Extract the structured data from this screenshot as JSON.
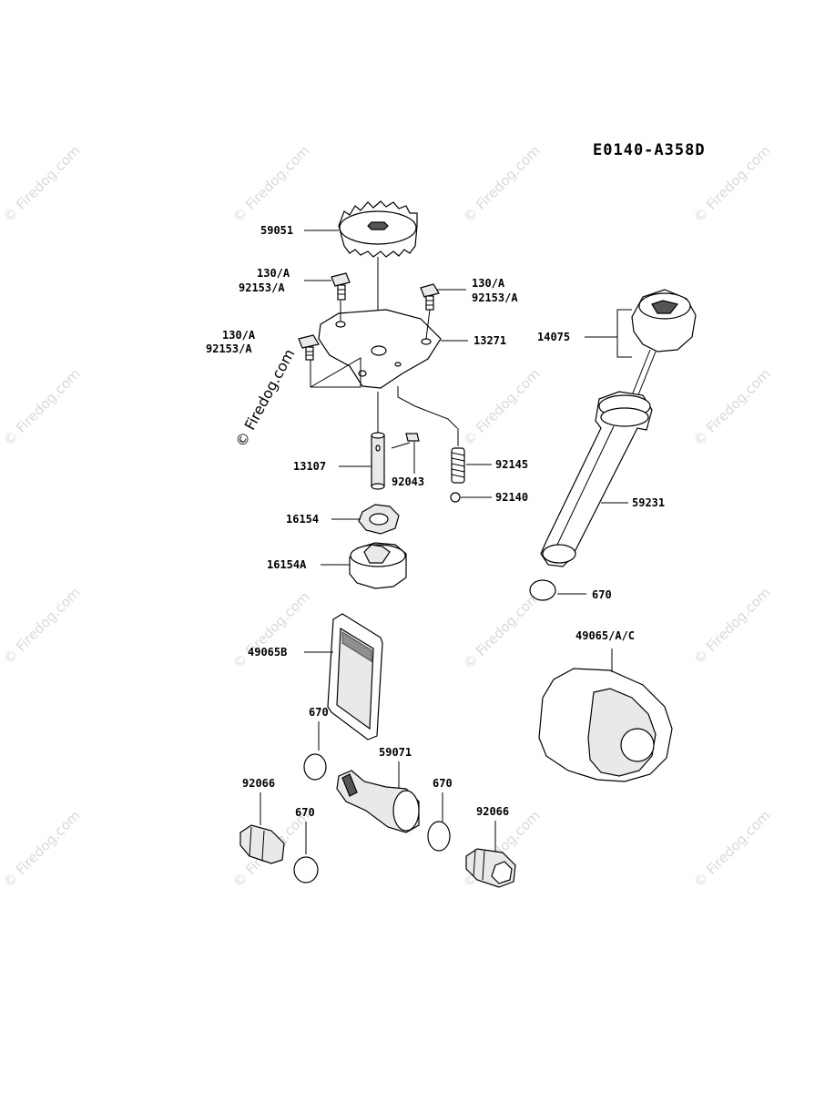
{
  "diagram_code": "E0140-A358D",
  "watermark": "© Firedog.com",
  "labels": {
    "p59051": "59051",
    "p130a_1": "130/A",
    "p92153a_1": "92153/A",
    "p130a_2": "130/A",
    "p92153a_2": "92153/A",
    "p130a_3": "130/A",
    "p92153a_3": "92153/A",
    "p13271": "13271",
    "p14075": "14075",
    "p13107": "13107",
    "p92043": "92043",
    "p92145": "92145",
    "p92140": "92140",
    "p59231": "59231",
    "p16154": "16154",
    "p16154a": "16154A",
    "p670_1": "670",
    "p49065b": "49065B",
    "p49065": "49065/A/C",
    "p670_2": "670",
    "p59071": "59071",
    "p670_3": "670",
    "p92066_1": "92066",
    "p670_4": "670",
    "p92066_2": "92066"
  }
}
